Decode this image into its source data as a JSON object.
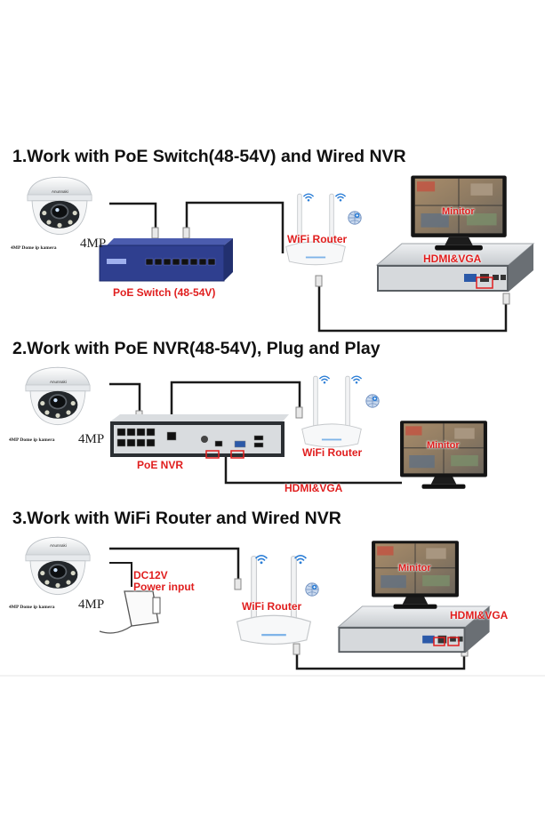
{
  "sections": [
    {
      "title": "1.Work with PoE Switch(48-54V) and Wired NVR",
      "camera_brand": "Anunnaki",
      "camera_caption": "4MP Dome ip kamera",
      "resolution": "4MP",
      "labels": {
        "switch": "PoE Switch (48-54V)",
        "router": "WiFi Router",
        "monitor": "Minitor",
        "hdmi": "HDMI&VGA"
      }
    },
    {
      "title": "2.Work with PoE NVR(48-54V), Plug and Play",
      "camera_brand": "Anunnaki",
      "camera_caption": "4MP Dome ip kamera",
      "resolution": "4MP",
      "labels": {
        "nvr": "PoE NVR",
        "router": "WiFi Router",
        "monitor": "Minitor",
        "hdmi": "HDMI&VGA"
      }
    },
    {
      "title": "3.Work with WiFi Router and Wired NVR",
      "camera_brand": "Anunnaki",
      "camera_caption": "4MP Dome ip kamera",
      "resolution": "4MP",
      "labels": {
        "power_line1": "DC12V",
        "power_line2": "Power input",
        "router": "WiFi Router",
        "monitor": "Minitor",
        "hdmi": "HDMI&VGA"
      }
    }
  ],
  "colors": {
    "label_red": "#e01e1e",
    "cable": "#1a1a1a",
    "switch_blue": "#2f3f8f",
    "nvr_gray": "#d9dcdf"
  }
}
